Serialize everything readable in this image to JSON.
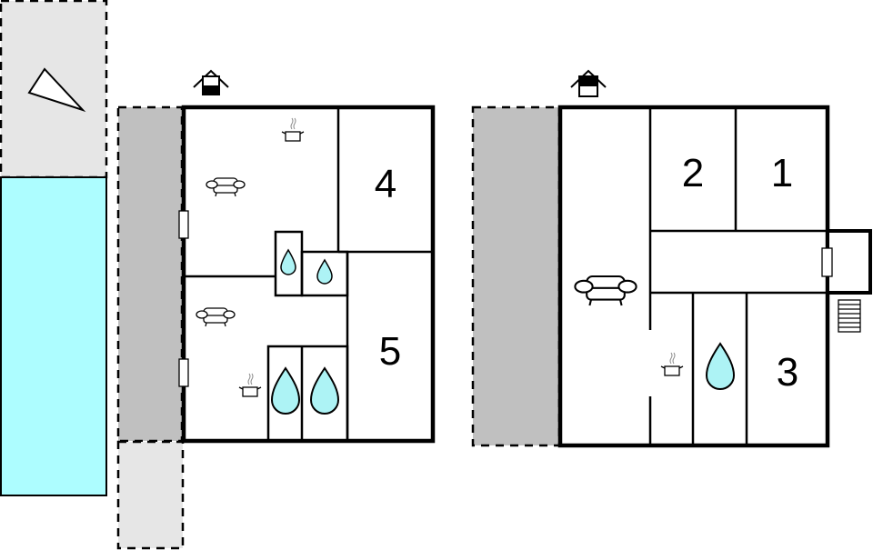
{
  "diagram": {
    "type": "floor-plan",
    "colors": {
      "wall": "#000000",
      "terrace": "#c0c0c0",
      "outdoor_area": "#e6e6e6",
      "pool": "#adfdff",
      "water_drop": "#adf3f5",
      "background": "#ffffff"
    },
    "compass": {
      "label": "north-arrow"
    },
    "pool": {
      "label": "swimming-pool"
    },
    "floors": [
      {
        "name": "ground-floor",
        "entrance_icon": "house-entrance-icon",
        "rooms": [
          {
            "number": "4",
            "type": "bedroom"
          },
          {
            "number": "5",
            "type": "bedroom"
          }
        ],
        "icons": [
          "kitchen",
          "living-room",
          "bathroom",
          "bathroom",
          "living-room",
          "kitchen",
          "bathroom",
          "bathroom"
        ]
      },
      {
        "name": "upper-floor",
        "entrance_icon": "house-entrance-icon",
        "rooms": [
          {
            "number": "2",
            "type": "bedroom"
          },
          {
            "number": "1",
            "type": "bedroom"
          },
          {
            "number": "3",
            "type": "bedroom"
          }
        ],
        "icons": [
          "living-room",
          "kitchen",
          "bathroom",
          "stairs"
        ]
      }
    ]
  }
}
